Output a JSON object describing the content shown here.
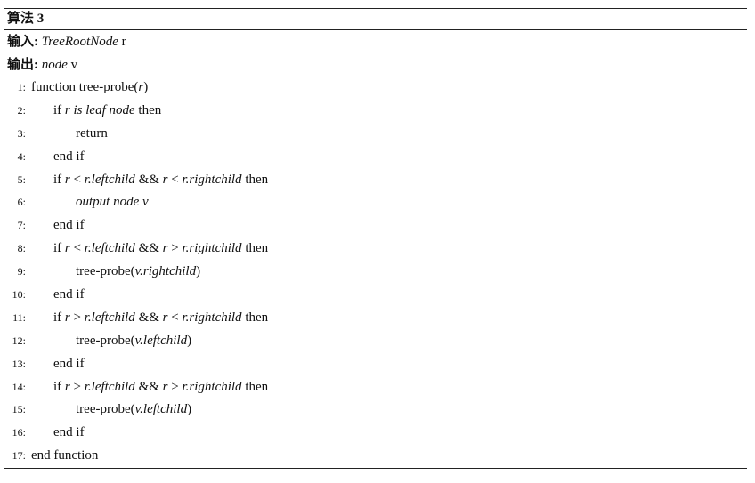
{
  "algorithm": {
    "title": "算法 3",
    "input_label": "输入:",
    "input_value": "TreeRootNode",
    "input_var": "r",
    "output_label": "输出:",
    "output_value": "node",
    "output_var": "v",
    "lines": [
      {
        "no": "1:",
        "parts": [
          {
            "t": "function tree-probe("
          },
          {
            "t": "r",
            "i": true
          },
          {
            "t": ")"
          }
        ]
      },
      {
        "no": "2:",
        "parts": [
          {
            "t": "if "
          },
          {
            "t": "r is leaf node",
            "i": true
          },
          {
            "t": " then"
          }
        ]
      },
      {
        "no": "3:",
        "parts": [
          {
            "t": "return"
          }
        ]
      },
      {
        "no": "4:",
        "parts": [
          {
            "t": "end if"
          }
        ]
      },
      {
        "no": "5:",
        "parts": [
          {
            "t": "if "
          },
          {
            "t": "r",
            "i": true
          },
          {
            "t": " < ",
            "op": true
          },
          {
            "t": "r.leftchild",
            "i": true
          },
          {
            "t": " && "
          },
          {
            "t": "r",
            "i": true
          },
          {
            "t": " < ",
            "op": true
          },
          {
            "t": "r.rightchild",
            "i": true
          },
          {
            "t": " then"
          }
        ]
      },
      {
        "no": "6:",
        "parts": [
          {
            "t": "output node v",
            "i": true
          }
        ]
      },
      {
        "no": "7:",
        "parts": [
          {
            "t": "end if"
          }
        ]
      },
      {
        "no": "8:",
        "parts": [
          {
            "t": "if "
          },
          {
            "t": "r",
            "i": true
          },
          {
            "t": " < ",
            "op": true
          },
          {
            "t": "r.leftchild",
            "i": true
          },
          {
            "t": " && "
          },
          {
            "t": "r",
            "i": true
          },
          {
            "t": " > ",
            "op": true
          },
          {
            "t": "r.rightchild",
            "i": true
          },
          {
            "t": " then"
          }
        ]
      },
      {
        "no": "9:",
        "parts": [
          {
            "t": "tree-probe("
          },
          {
            "t": "v.rightchild",
            "i": true
          },
          {
            "t": ")"
          }
        ]
      },
      {
        "no": "10:",
        "parts": [
          {
            "t": "end if"
          }
        ]
      },
      {
        "no": "11:",
        "parts": [
          {
            "t": "if "
          },
          {
            "t": "r",
            "i": true
          },
          {
            "t": " > ",
            "op": true
          },
          {
            "t": "r.leftchild",
            "i": true
          },
          {
            "t": " && "
          },
          {
            "t": "r",
            "i": true
          },
          {
            "t": " < ",
            "op": true
          },
          {
            "t": "r.rightchild",
            "i": true
          },
          {
            "t": " then"
          }
        ]
      },
      {
        "no": "12:",
        "parts": [
          {
            "t": "tree-probe("
          },
          {
            "t": "v.leftchild",
            "i": true
          },
          {
            "t": ")"
          }
        ]
      },
      {
        "no": "13:",
        "parts": [
          {
            "t": "end if"
          }
        ]
      },
      {
        "no": "14:",
        "parts": [
          {
            "t": "if "
          },
          {
            "t": "r",
            "i": true
          },
          {
            "t": " > ",
            "op": true
          },
          {
            "t": "r.leftchild",
            "i": true
          },
          {
            "t": " && "
          },
          {
            "t": "r",
            "i": true
          },
          {
            "t": " > ",
            "op": true
          },
          {
            "t": "r.rightchild",
            "i": true
          },
          {
            "t": " then"
          }
        ]
      },
      {
        "no": "15:",
        "parts": [
          {
            "t": "tree-probe("
          },
          {
            "t": "v.leftchild",
            "i": true
          },
          {
            "t": ")"
          }
        ]
      },
      {
        "no": "16:",
        "parts": [
          {
            "t": "end if"
          }
        ]
      },
      {
        "no": "17:",
        "parts": [
          {
            "t": "end function"
          }
        ]
      }
    ]
  }
}
